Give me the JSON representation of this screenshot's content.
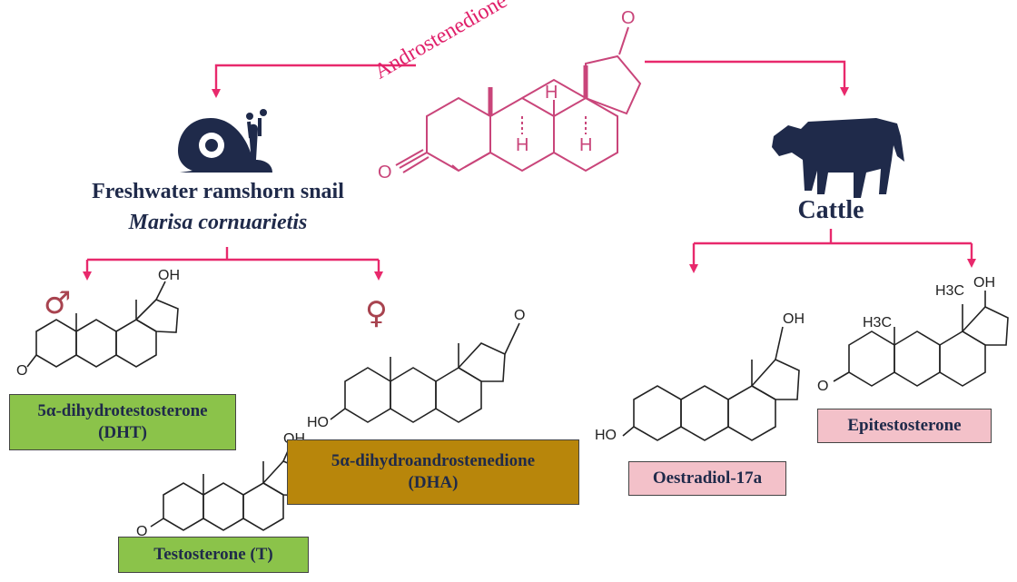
{
  "precursor": {
    "name": "Androstenedione",
    "color": "#e0206a",
    "structure_color": "#c9457a"
  },
  "snail": {
    "title": "Freshwater ramshorn snail",
    "species": "Marisa cornuarietis",
    "male_symbol": "♂",
    "female_symbol": "♀",
    "symbol_color": "#a8434f",
    "icon": "snail-icon"
  },
  "cattle": {
    "title": "Cattle",
    "icon": "cow-icon"
  },
  "compounds": [
    {
      "id": "dht",
      "label_line1": "5α-dihydrotestosterone",
      "label_line2": "(DHT)",
      "color": "#8bc34a"
    },
    {
      "id": "testosterone",
      "label_line1": "Testosterone (T)",
      "label_line2": "",
      "color": "#8bc34a"
    },
    {
      "id": "dha",
      "label_line1": "5α-dihydroandrostenedione",
      "label_line2": "(DHA)",
      "color": "#b8860b"
    },
    {
      "id": "oestradiol",
      "label_line1": "Oestradiol-17a",
      "label_line2": "",
      "color": "#f3c1c9"
    },
    {
      "id": "epitestosterone",
      "label_line1": "Epitestosterone",
      "label_line2": "",
      "color": "#f3c1c9"
    }
  ],
  "atoms": {
    "oxygen": "O",
    "hydroxyl": "OH",
    "hydroxyl_left": "HO",
    "hydrogen": "H",
    "methyl_h3c": "H3C"
  },
  "colors": {
    "arrow": "#e8296c",
    "text_dark": "#1f2a4a",
    "icon_dark": "#1f2a4a"
  }
}
